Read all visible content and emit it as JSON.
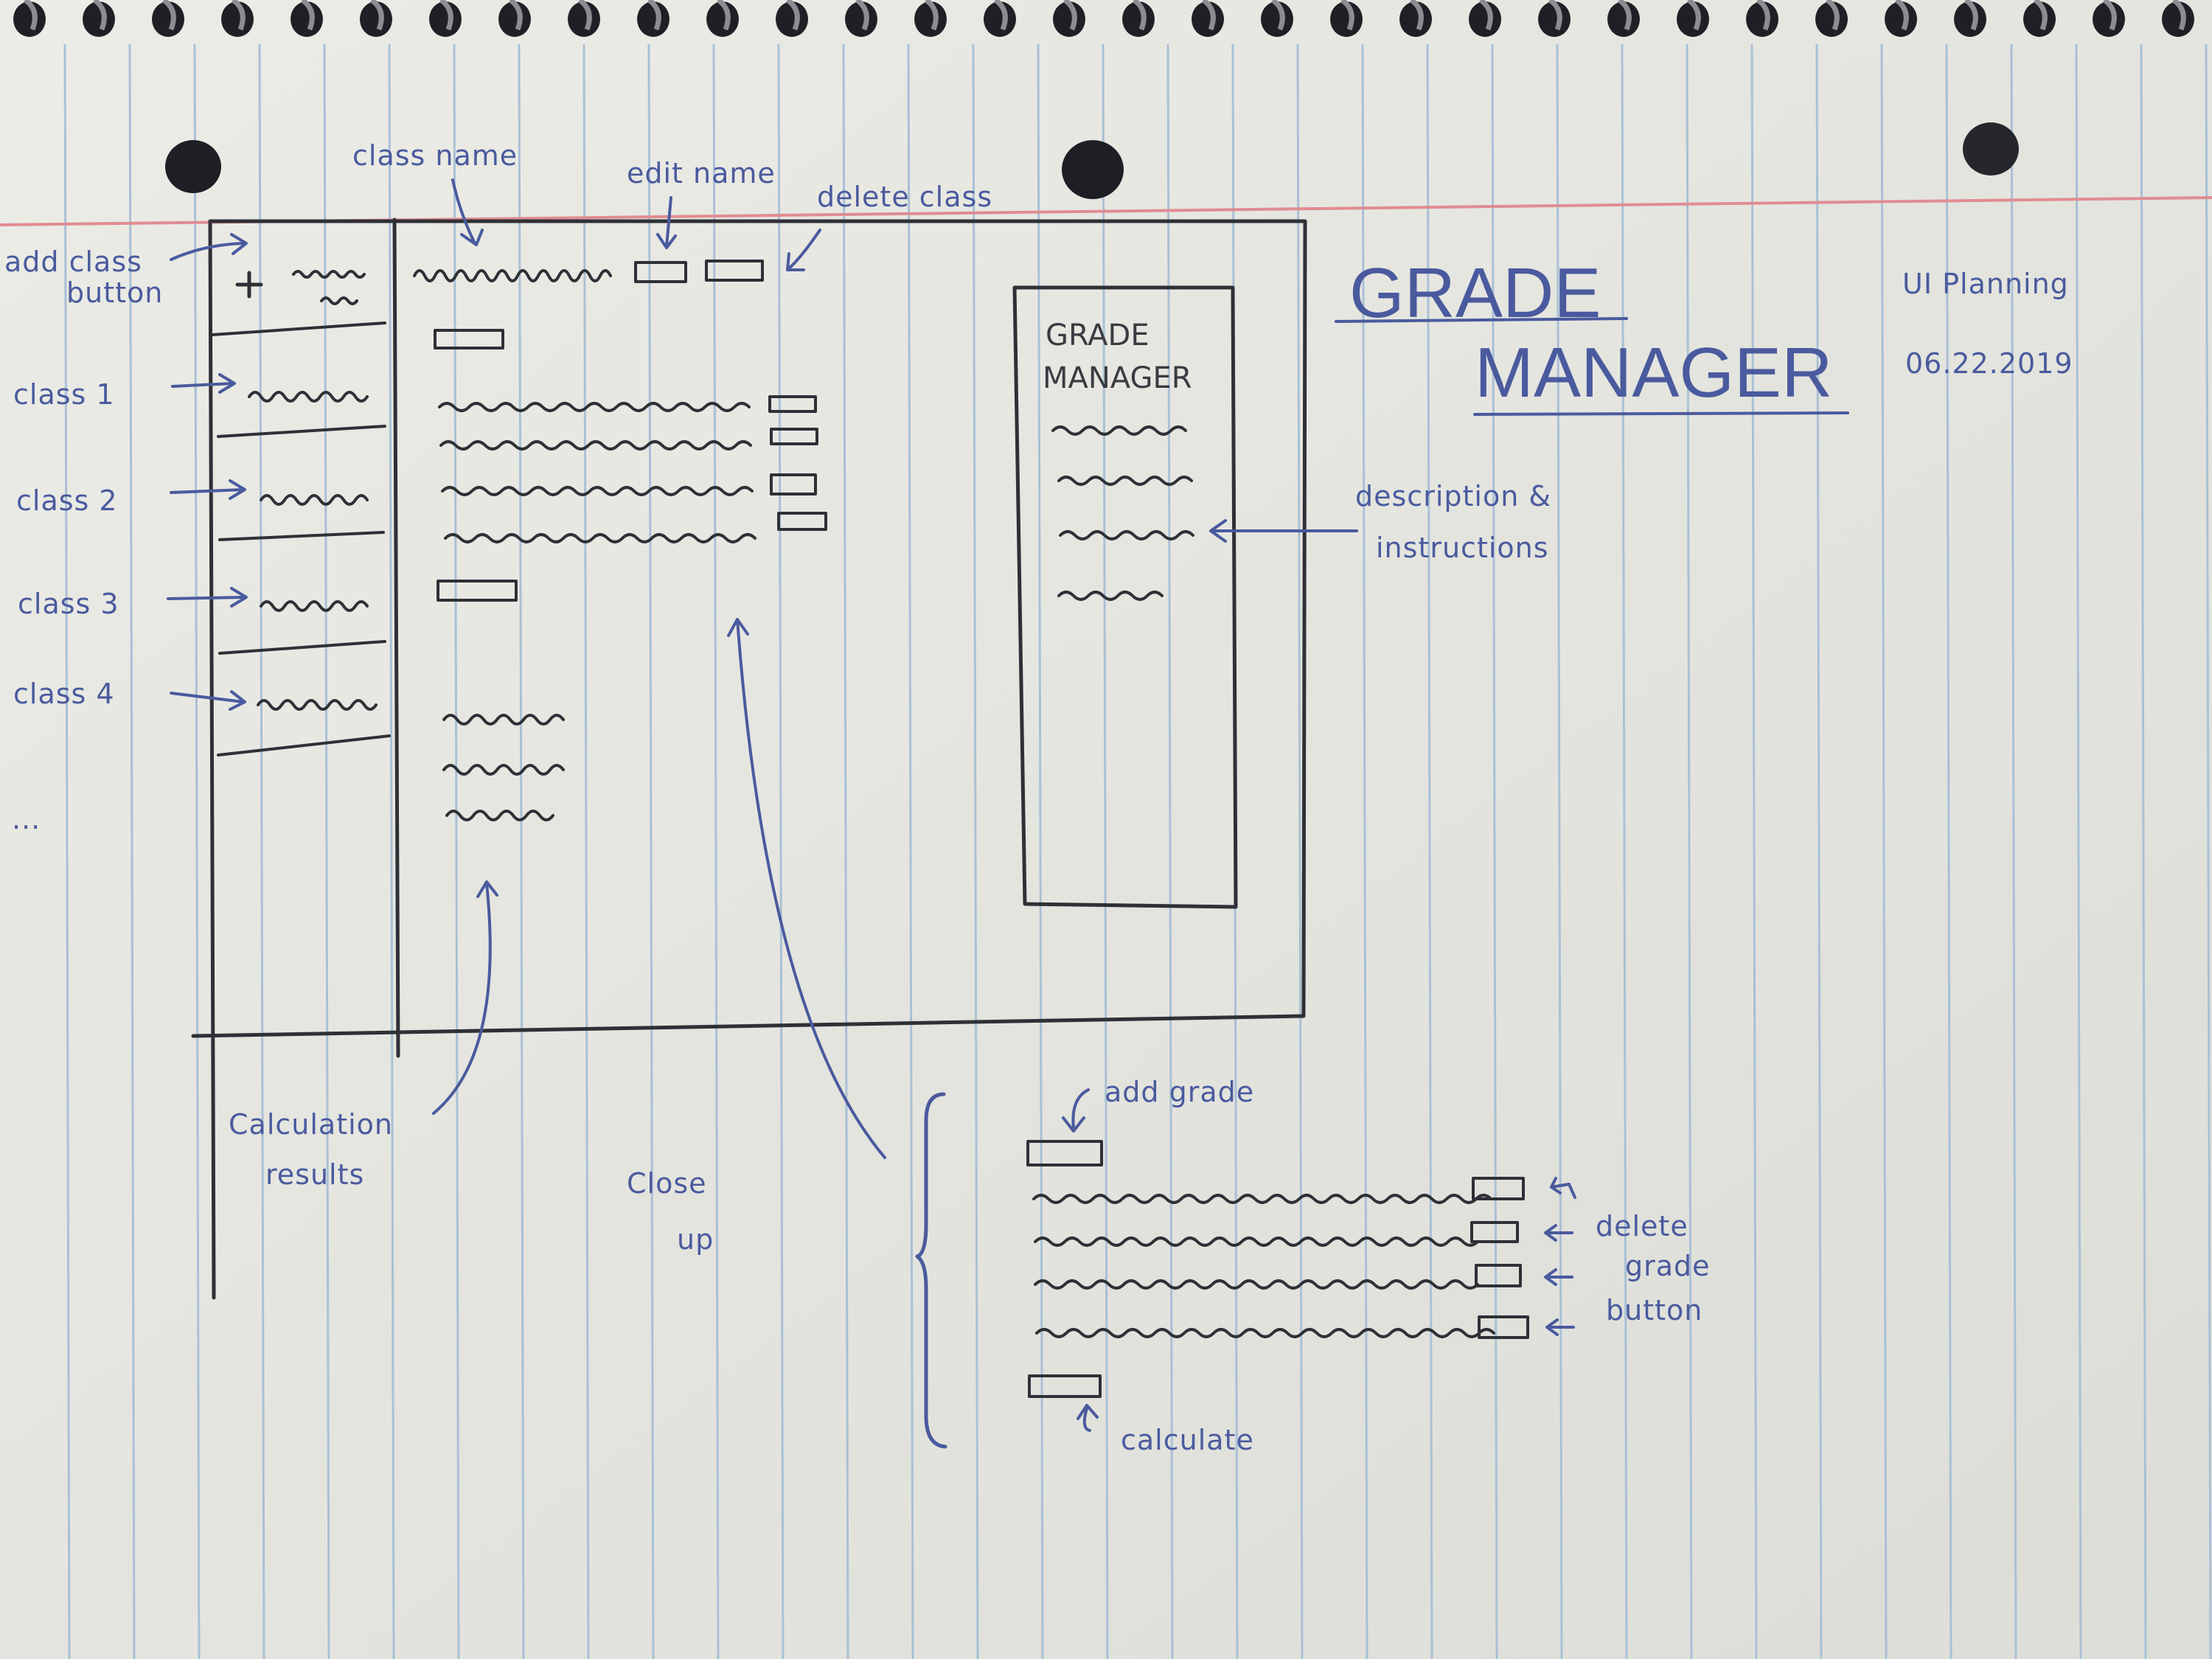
{
  "title": {
    "line1": "GRADE",
    "line2": "MANAGER"
  },
  "header_note": {
    "subtitle": "UI Planning",
    "date": "06.22.2019"
  },
  "wireframe": {
    "info_panel": {
      "title_line1": "GRADE",
      "title_line2": "MANAGER"
    },
    "sidebar": {
      "add_button_symbol": "+"
    }
  },
  "annotations": {
    "add_class_button": [
      "add class",
      "button"
    ],
    "class_name": "class name",
    "edit_name": "edit name",
    "delete_class": "delete class",
    "class_1": "class 1",
    "class_2": "class 2",
    "class_3": "class 3",
    "class_4": "class 4",
    "more": "...",
    "description": [
      "description &",
      "instructions"
    ],
    "calculation_results": [
      "Calculation",
      "results"
    ],
    "close_up": [
      "Close",
      "up"
    ],
    "add_grade": "add grade",
    "delete_grade_button": [
      "delete",
      "grade",
      "button"
    ],
    "calculate": "calculate"
  },
  "colors": {
    "paper": "#e9e9e3",
    "rule_line": "#a9c0d6",
    "margin_line": "#e08c92",
    "pencil": "#2f3036",
    "ink": "#4a5a9e"
  }
}
